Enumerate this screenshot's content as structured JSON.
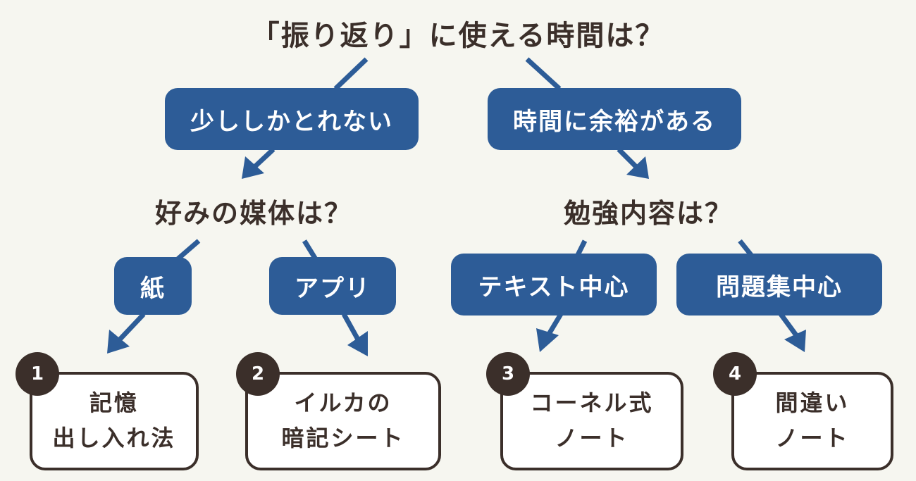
{
  "colors": {
    "background": "#f6f6f0",
    "pill": "#2d5c97",
    "dark": "#3b2f2a",
    "result_fill": "#ffffff"
  },
  "questions": {
    "top": "「振り返り」に使える時間は？",
    "left": "好みの媒体は？",
    "right": "勉強内容は？"
  },
  "choices": {
    "little_time": "少ししかとれない",
    "ample_time": "時間に余裕がある",
    "paper": "紙",
    "app": "アプリ",
    "text_focus": "テキスト中心",
    "problem_focus": "問題集中心"
  },
  "results": [
    {
      "number": "1",
      "lines": [
        "記憶",
        "出し入れ法"
      ]
    },
    {
      "number": "2",
      "lines": [
        "イルカの",
        "暗記シート"
      ]
    },
    {
      "number": "3",
      "lines": [
        "コーネル式",
        "ノート"
      ]
    },
    {
      "number": "4",
      "lines": [
        "間違い",
        "ノート"
      ]
    }
  ]
}
